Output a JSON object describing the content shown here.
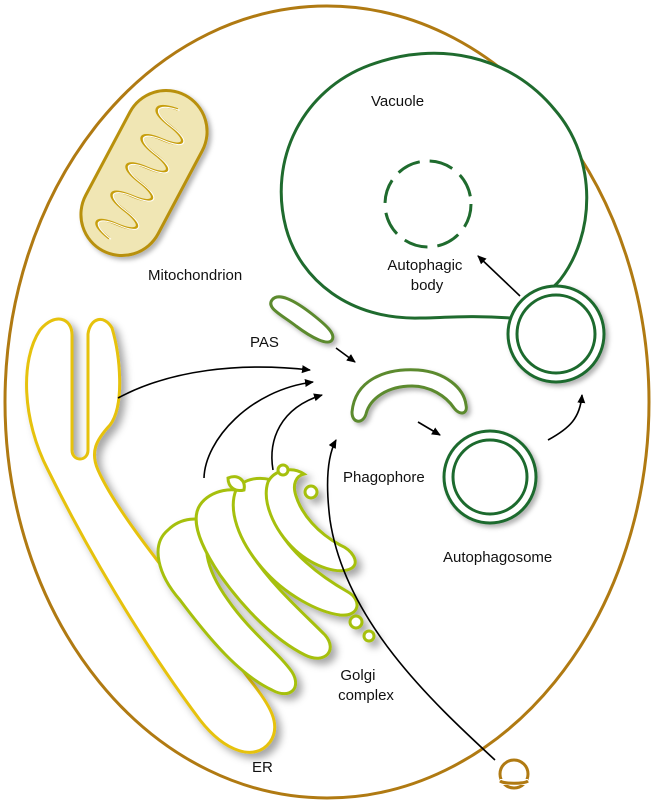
{
  "diagram": {
    "labels": {
      "vacuole": "Vacuole",
      "autophagic_body_line1": "Autophagic",
      "autophagic_body_line2": "body",
      "mitochondrion": "Mitochondrion",
      "pas": "PAS",
      "phagophore": "Phagophore",
      "autophagosome": "Autophagosome",
      "golgi_line1": "Golgi",
      "golgi_line2": "complex",
      "er": "ER"
    },
    "colors": {
      "cell_membrane": "#b07a12",
      "mitochondrion": "#b8900a",
      "mitochondrion_fill": "#f0e6b4",
      "er": "#e6c20a",
      "golgi": "#a6c010",
      "autophagy_green": "#1f6b2e",
      "phagophore_green": "#5b8a2e",
      "arrow": "#000000"
    }
  }
}
